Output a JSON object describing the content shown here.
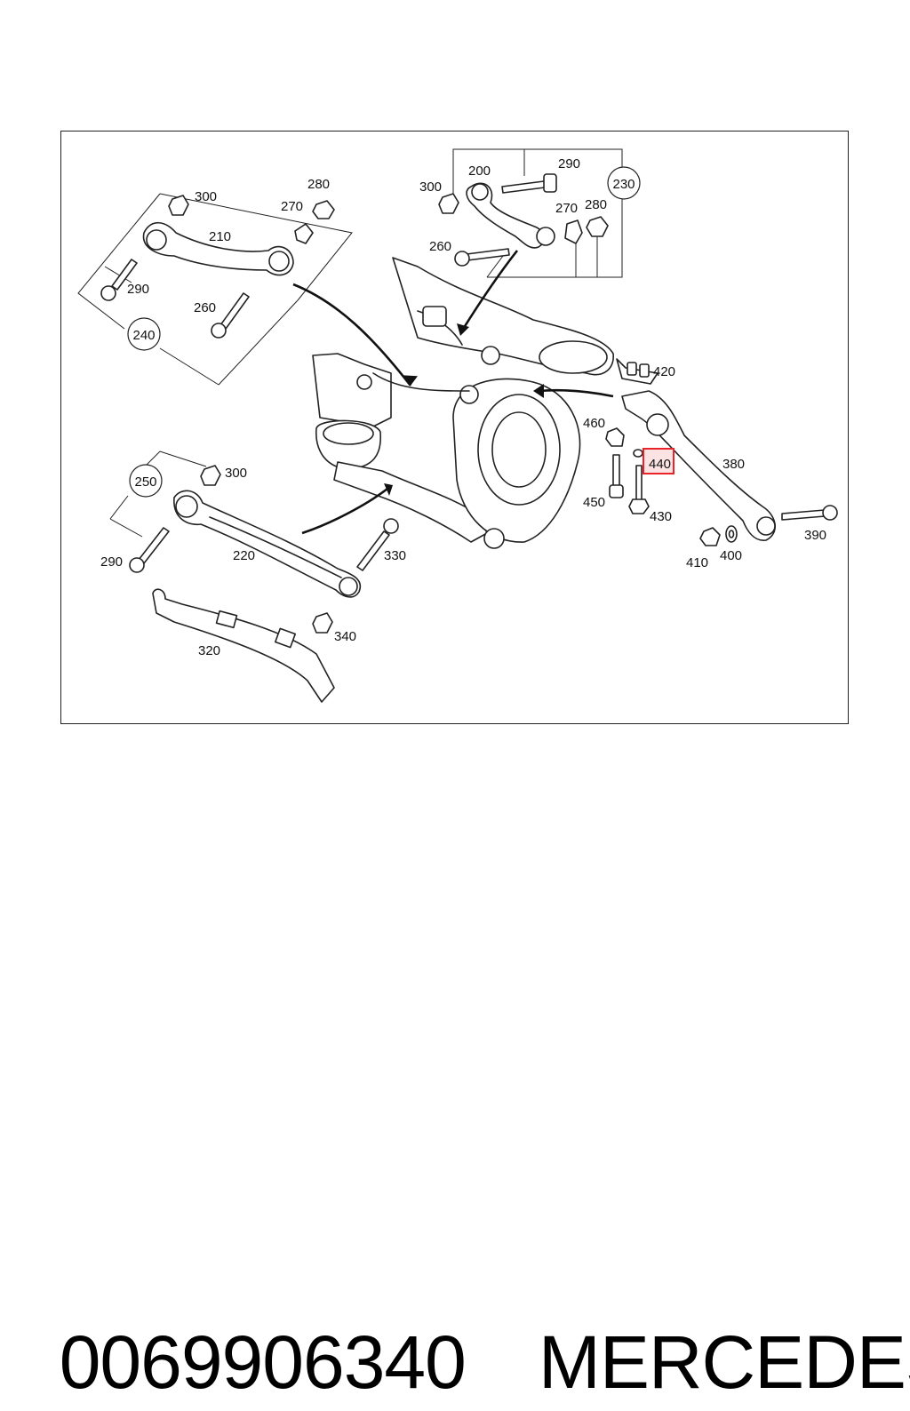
{
  "diagram": {
    "callouts": {
      "c200": "200",
      "c210": "210",
      "c220": "220",
      "c230": "230",
      "c240": "240",
      "c250": "250",
      "c260a": "260",
      "c260b": "260",
      "c270a": "270",
      "c270b": "270",
      "c280a": "280",
      "c280b": "280",
      "c290a": "290",
      "c290b": "290",
      "c290c": "290",
      "c300a": "300",
      "c300b": "300",
      "c300c": "300",
      "c320": "320",
      "c330": "330",
      "c340": "340",
      "c380": "380",
      "c390": "390",
      "c400": "400",
      "c410": "410",
      "c420": "420",
      "c430": "430",
      "c440": "440",
      "c450": "450",
      "c460": "460"
    },
    "highlight_color": "#e8232a"
  },
  "caption": {
    "part_number": "0069906340",
    "brand": "MERCEDES"
  }
}
